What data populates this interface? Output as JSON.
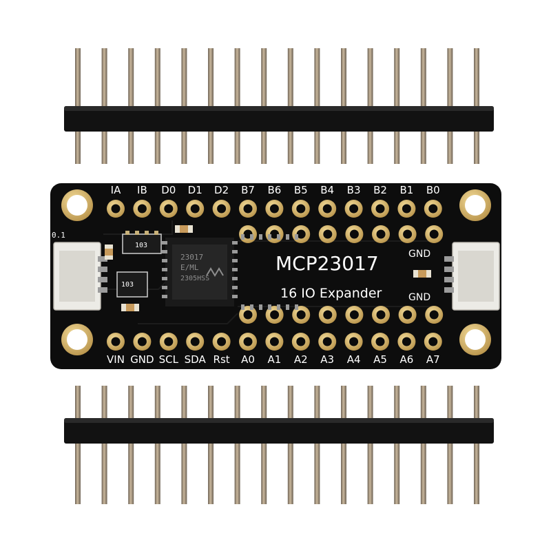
{
  "board": {
    "title": "MCP23017",
    "subtitle": "16 IO Expander",
    "chip_marking": [
      "23017",
      "E/ML",
      "2305HSS"
    ],
    "resistor_code": "103",
    "jumper_mark": "0.1",
    "top_row_labels": [
      "IA",
      "IB",
      "D0",
      "D1",
      "D2",
      "B7",
      "B6",
      "B5",
      "B4",
      "B3",
      "B2",
      "B1",
      "B0"
    ],
    "bottom_row_labels": [
      "VIN",
      "GND",
      "SCL",
      "SDA",
      "Rst",
      "A0",
      "A1",
      "A2",
      "A3",
      "A4",
      "A5",
      "A6",
      "A7"
    ],
    "right_labels": [
      "GND",
      "GND"
    ]
  },
  "header_pin_count": 16,
  "colors": {
    "pcb": "#0d0d0d",
    "gold": "#d8b86a",
    "connector": "#ecebe6",
    "silkscreen": "#ffffff",
    "plastic": "#111111",
    "pin_metal": "#a89478"
  }
}
